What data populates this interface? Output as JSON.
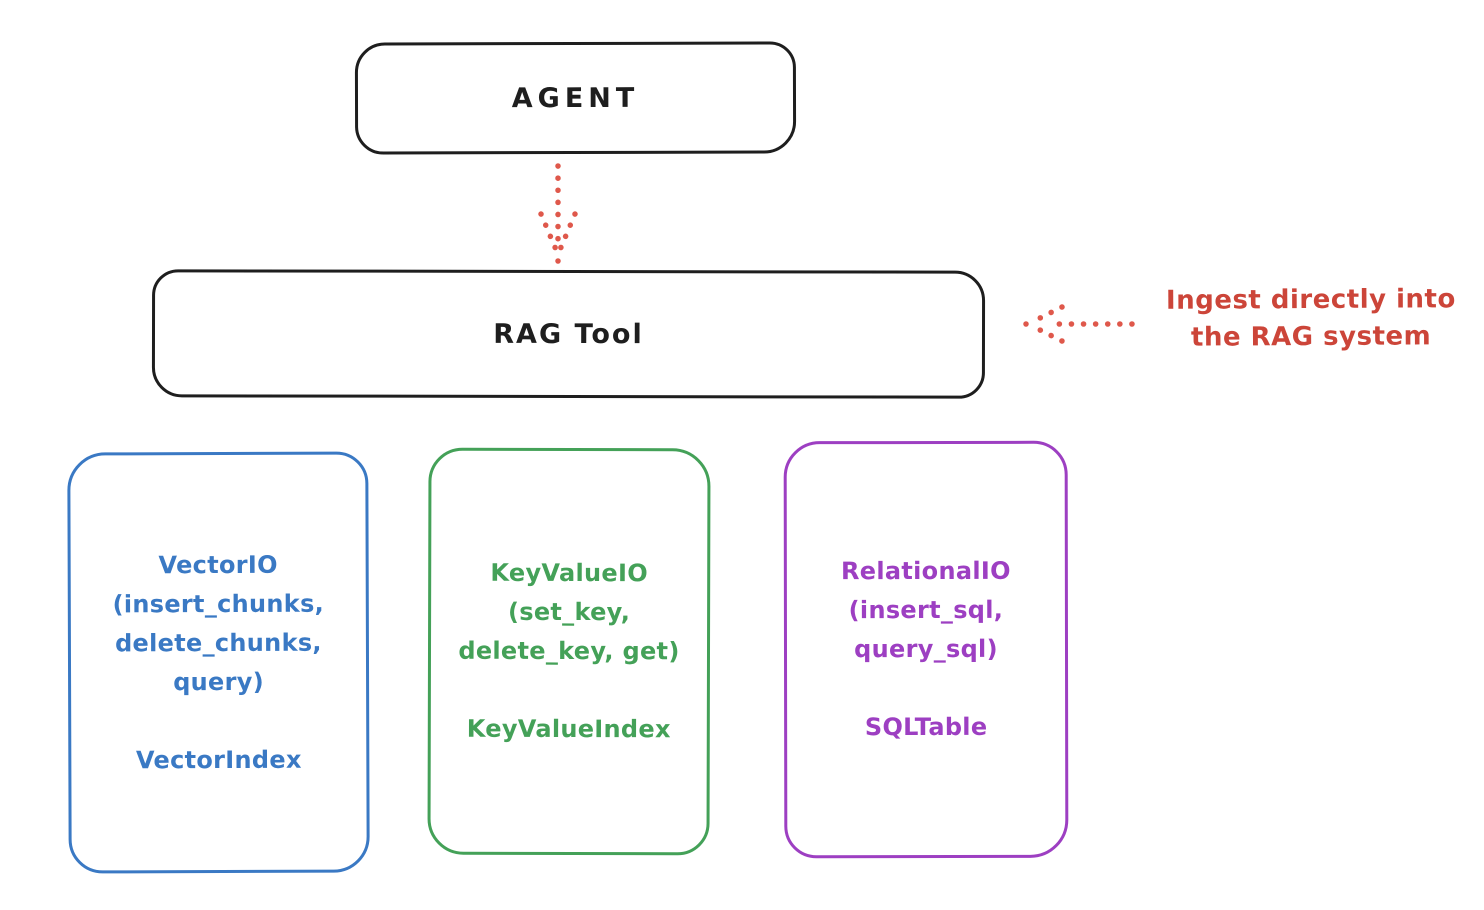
{
  "nodes": {
    "agent": {
      "label": "AGENT"
    },
    "rag_tool": {
      "label": "RAG Tool"
    }
  },
  "annotation": {
    "line1": "Ingest directly into",
    "line2": "the RAG system",
    "text_color": "#cc4539"
  },
  "arrows": {
    "agent_to_rag": {
      "style": "dotted",
      "color": "#df584b",
      "direction": "down"
    },
    "annotation_to_rag": {
      "style": "dotted",
      "color": "#df584b",
      "direction": "left"
    }
  },
  "colors": {
    "node_stroke": "#1e1e1e",
    "vector": "#3a79c4",
    "keyvalue": "#44a158",
    "relational": "#9d3fc2"
  },
  "backends": [
    {
      "id": "vector-io",
      "lines": [
        "VectorIO",
        "(insert_chunks,",
        "delete_chunks,",
        "query)"
      ],
      "index_label": "VectorIndex"
    },
    {
      "id": "keyvalue-io",
      "lines": [
        "KeyValueIO",
        "(set_key,",
        "delete_key, get)"
      ],
      "index_label": "KeyValueIndex"
    },
    {
      "id": "relational-io",
      "lines": [
        "RelationalIO",
        "(insert_sql,",
        "query_sql)"
      ],
      "index_label": "SQLTable"
    }
  ]
}
